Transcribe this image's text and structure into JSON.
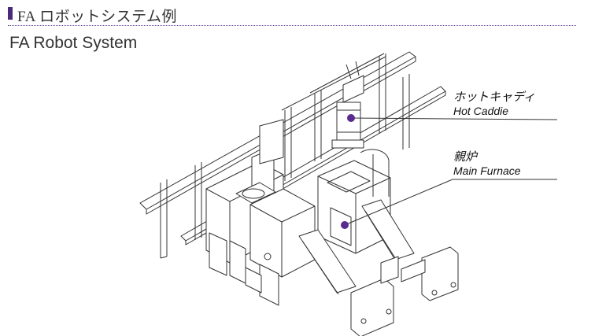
{
  "header": {
    "title": "FA ロボットシステム例"
  },
  "subtitle": "FA Robot System",
  "callouts": [
    {
      "label_jp": "ホットキャディ",
      "label_en": "Hot Caddie"
    },
    {
      "label_jp": "親炉",
      "label_en": "Main Furnace"
    }
  ],
  "colors": {
    "accent": "#4b2a7b",
    "marker": "#5b2a8e",
    "line": "#333333"
  }
}
